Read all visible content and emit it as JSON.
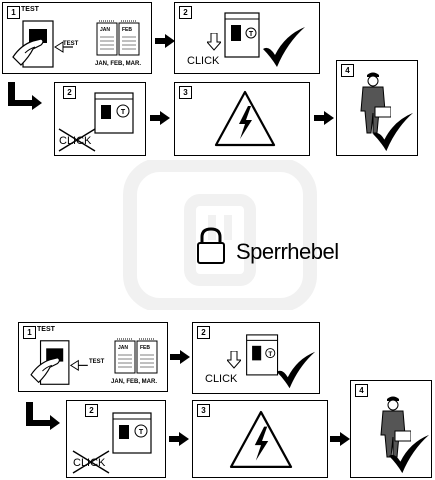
{
  "colors": {
    "ink": "#000000",
    "paper": "#ffffff",
    "watermark": "#f1f1f1"
  },
  "legend": {
    "label": "Sperrhebel",
    "icon": "padlock-icon"
  },
  "top": {
    "test_label": "TEST",
    "test_plug_label": "TEST",
    "calendar_months": "JAN, FEB, MAR.",
    "calendar_page_left": "JAN",
    "calendar_page_right": "FEB",
    "click_label": "CLICK",
    "click_crossed_label": "CLICK",
    "steps": [
      "1",
      "2",
      "2",
      "3",
      "4"
    ]
  },
  "bottom": {
    "test_label": "TEST",
    "test_plug_label": "TEST",
    "calendar_months": "JAN, FEB, MAR.",
    "calendar_page_left": "JAN",
    "calendar_page_right": "FEB",
    "click_label": "CLICK",
    "click_crossed_label": "CLICK",
    "steps": [
      "1",
      "2",
      "2",
      "3",
      "4"
    ]
  }
}
